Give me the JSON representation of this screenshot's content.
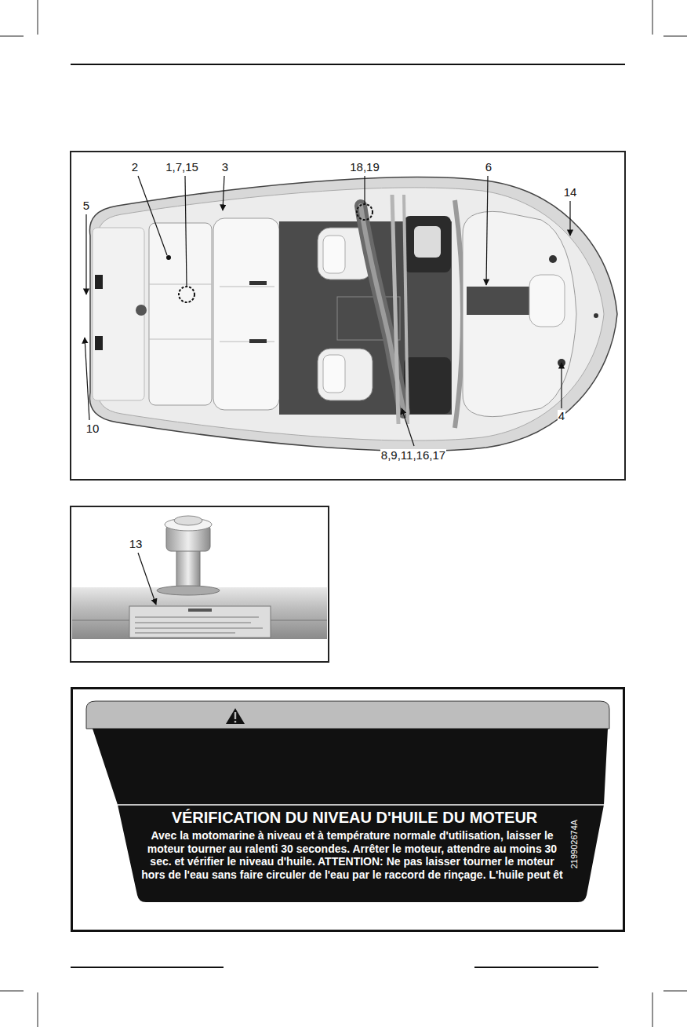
{
  "diagram": {
    "nodes": [
      {
        "text": [
          "VÉRIFICATION DU NIVEAU D'HUILE DU MOTEUR",
          "Avec la motomarine à niveau et à température normale d'utilisation, laisser le moteur tourner au ralenti 30 secondes. Arrêter le moteur, attendre au moins 30 sec. et vérifier le niveau d'huile. ATTENTION: Ne pas laisser tourner le moteur hors de l'eau sans faire circuler de l'eau par le raccord de rinçage. L'huile peut êt",
          "219902674A"
        ]
      }
    ],
    "labels": [
      "2",
      "1,7,15",
      "3",
      "18,19",
      "6",
      "14",
      "5",
      "10",
      "4",
      "8,9,11,16,17",
      "13"
    ]
  }
}
